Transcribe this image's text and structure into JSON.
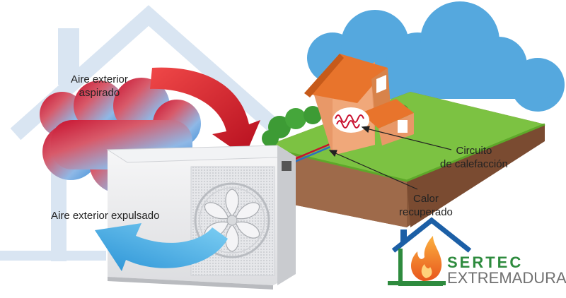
{
  "labels": {
    "intake": "Aire exterior\naspirado",
    "exhaust": "Aire exterior expulsado",
    "circuit": "Circuito\nde calefacción",
    "heat": "Calor\nrecuperado"
  },
  "logo": {
    "line1": "SERTEC",
    "line2": "EXTREMADURA"
  },
  "colors": {
    "red_arrow": "#c8102e",
    "blue_arrow": "#3aa6dd",
    "cloud_blue": "#4ea6dc",
    "house_outline": "#d6e4f1",
    "roof": "#e8742c",
    "wall": "#e89868",
    "grass": "#7cc242",
    "soil": "#8b5a3c",
    "logo_green": "#2e8b3e",
    "logo_blue": "#1c5fa6",
    "logo_gray": "#707070",
    "flame": "#f47a20"
  },
  "icons": {
    "house_outline": "house-outline-icon",
    "fan": "fan-icon",
    "flame": "flame-icon",
    "floor_heating_coil": "heating-coil-icon"
  }
}
